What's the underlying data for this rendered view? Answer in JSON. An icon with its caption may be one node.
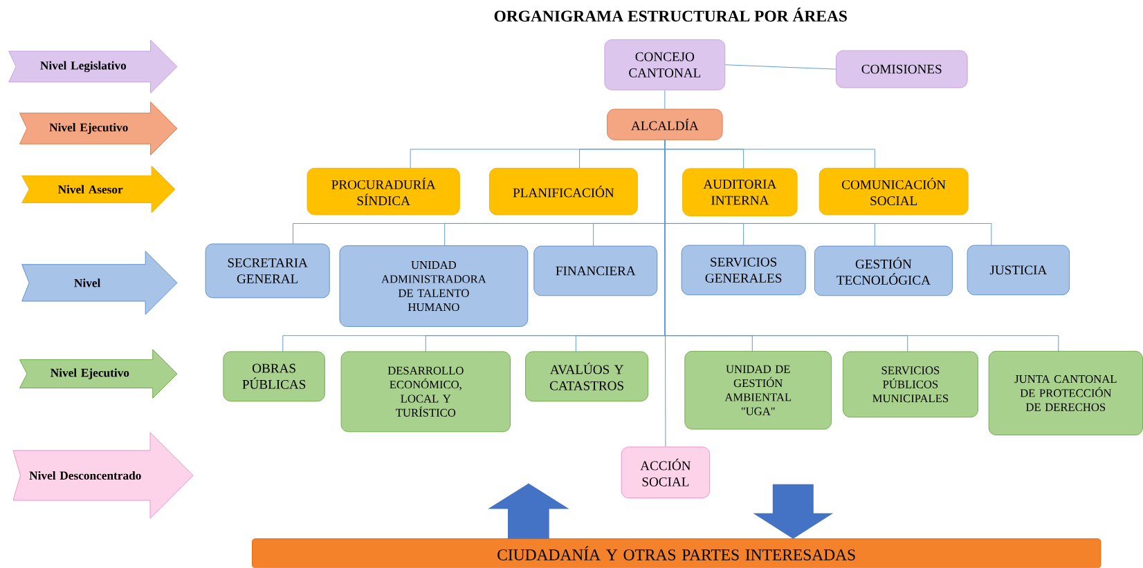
{
  "diagram": {
    "title": "ORGANIGRAMA ESTRUCTURAL POR ÁREAS",
    "nodes": [
      {
        "text": [
          "Nivel Legislativo"
        ]
      },
      {
        "text": [
          "CONCEJO CANTONAL"
        ]
      },
      {
        "text": [
          "COMISIONES"
        ]
      },
      {
        "text": [
          "Nivel Ejecutivo"
        ]
      },
      {
        "text": [
          "ALCALDÍA"
        ]
      },
      {
        "text": [
          "Nivel Asesor"
        ]
      },
      {
        "text": [
          "PROCURADURÍA SÍNDICA"
        ]
      },
      {
        "text": [
          "PLANIFICACIÓN"
        ]
      },
      {
        "text": [
          "AUDITORIA INTERNA"
        ]
      },
      {
        "text": [
          "COMUNICACIÓN SOCIAL"
        ]
      },
      {
        "text": [
          "Nivel"
        ]
      },
      {
        "text": [
          "SECRETARIA GENERAL"
        ]
      },
      {
        "text": [
          "UNIDAD ADMINISTRADORA DE TALENTO HUMANO"
        ]
      },
      {
        "text": [
          "FINANCIERA"
        ]
      },
      {
        "text": [
          "SERVICIOS GENERALES"
        ]
      },
      {
        "text": [
          "GESTIÓN TECNOLÓGICA"
        ]
      },
      {
        "text": [
          "JUSTICIA"
        ]
      },
      {
        "text": [
          "Nivel Ejecutivo"
        ]
      },
      {
        "text": [
          "OBRAS PÚBLICAS"
        ]
      },
      {
        "text": [
          "DESARROLLO ECONÓMICO, LOCAL Y TURÍSTICO"
        ]
      },
      {
        "text": [
          "AVALÚOS Y CATASTROS"
        ]
      },
      {
        "text": [
          "UNIDAD DE GESTIÓN AMBIENTAL \"UGA\""
        ]
      },
      {
        "text": [
          "SERVICIOS PÚBLICOS MUNICIPALES"
        ]
      },
      {
        "text": [
          "JUNTA CANTONAL DE PROTECCIÓN DE DERECHOS"
        ]
      },
      {
        "text": [
          "Nivel Desconcentrado"
        ]
      },
      {
        "text": [
          "ACCIÓN SOCIAL"
        ]
      },
      {
        "text": [
          "CIUDADANÍA Y OTRAS PARTES INTERESADAS"
        ]
      }
    ],
    "edges": [
      {
        "from": 1,
        "to": 2,
        "arrow": "none"
      },
      {
        "from": 1,
        "to": 4,
        "arrow": "none"
      },
      {
        "from": 4,
        "to": 6,
        "arrow": "none"
      },
      {
        "from": 4,
        "to": 7,
        "arrow": "none"
      },
      {
        "from": 4,
        "to": 8,
        "arrow": "none"
      },
      {
        "from": 4,
        "to": 9,
        "arrow": "none"
      },
      {
        "from": 4,
        "to": 11,
        "arrow": "none"
      },
      {
        "from": 4,
        "to": 12,
        "arrow": "none"
      },
      {
        "from": 4,
        "to": 13,
        "arrow": "none"
      },
      {
        "from": 4,
        "to": 14,
        "arrow": "none"
      },
      {
        "from": 4,
        "to": 15,
        "arrow": "none"
      },
      {
        "from": 4,
        "to": 16,
        "arrow": "none"
      },
      {
        "from": 4,
        "to": 18,
        "arrow": "none"
      },
      {
        "from": 4,
        "to": 19,
        "arrow": "none"
      },
      {
        "from": 4,
        "to": 20,
        "arrow": "none"
      },
      {
        "from": 4,
        "to": 21,
        "arrow": "none"
      },
      {
        "from": 4,
        "to": 22,
        "arrow": "none"
      },
      {
        "from": 4,
        "to": 23,
        "arrow": "none"
      },
      {
        "from": 4,
        "to": 25,
        "arrow": "none"
      },
      {
        "from": 26,
        "to": null,
        "arrow": "to",
        "style": "thick",
        "color": "#4472c4"
      },
      {
        "from": null,
        "to": 26,
        "arrow": "to",
        "style": "thick",
        "color": "#4472c4"
      }
    ]
  }
}
